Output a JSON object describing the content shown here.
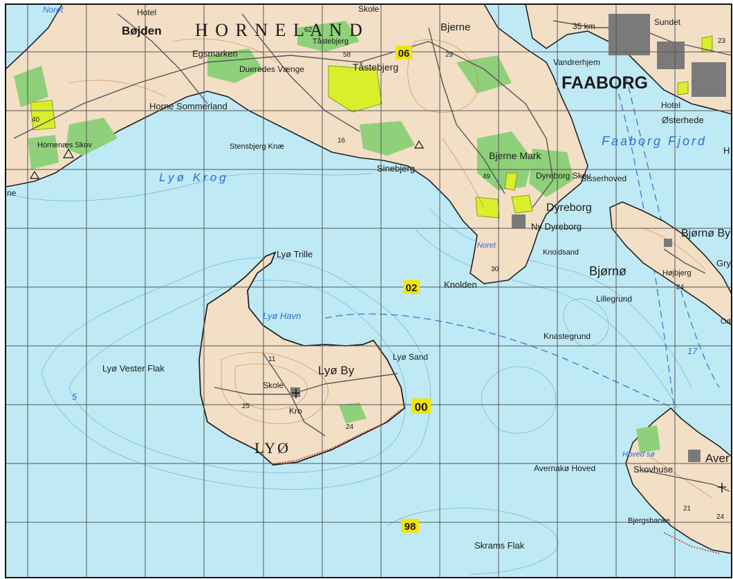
{
  "map": {
    "colors": {
      "water": "#bfeaf5",
      "land": "#f3dfc6",
      "forest": "#8fd07a",
      "field": "#d9ef2c",
      "contour": "#c98a4e",
      "water_text": "#2a6fd6",
      "grid_label_bg": "#f2e600",
      "grid_line": "#555555"
    },
    "grid_labels": {
      "g06": "06",
      "g02": "02",
      "g00": "00",
      "g98": "98"
    },
    "water_labels": {
      "noret_top": "Noret",
      "lyo_krog": "Lyø Krog",
      "faaborg_fjord": "Faaborg Fjord",
      "lyo_havn": "Lyø Havn",
      "noret_dyreborg": "Noret",
      "hoved_so": "Hoved sø"
    },
    "place_labels": {
      "hotel_top": "Hotel",
      "bojden": "Bøjden",
      "horneland": "H O R N E L A N D",
      "skole_top": "Skole",
      "bjerne": "Bjerne",
      "egsmarken": "Egsmarken",
      "tastebjerg_small": "Tåstebjerg",
      "tastebjerg": "Tåstebjerg",
      "dueredes_vaenge": "Dueredes Vænge",
      "horne_sommerland": "Horne Sommerland",
      "hornenaes_skov": "Hornenæs Skov",
      "stensbjerg_knae": "Stensbjerg Knæ",
      "sinebjerg": "Sinebjerg",
      "bjerne_mark": "Bjerne Mark",
      "dyreborg_skov": "Dyreborg Skov",
      "sisserhoved": "Sisserhoved",
      "dyreborg": "Dyreborg",
      "ny_dyreborg": "Ny Dyreborg",
      "knoldsand": "Knoldsand",
      "faaborg": "FAABORG",
      "hotel_faaborg": "Hotel",
      "osterhede": "Østerhede",
      "vandrerhjem": "Vandrerhjem",
      "km35": "35 km",
      "sundet": "Sundet",
      "bjorno_by": "Bjørnø By",
      "bjorno": "Bjørnø",
      "hojbjerg": "Højbjerg",
      "lillegrund": "Lillegrund",
      "knastegrund": "Knastegrund",
      "knolden": "Knolden",
      "lyo_trille": "Lyø Trille",
      "lyo_vester_flak": "Lyø Vester Flak",
      "lyo_sand": "Lyø Sand",
      "lyo_by": "Lyø By",
      "skole_lyo": "Skole",
      "kro": "Kro",
      "lyo": "LYØ",
      "avernako_hoved": "Avernakø Hoved",
      "skovhuse": "Skovhuse",
      "bjergsbanke": "Bjergsbanke",
      "aver": "Aver",
      "skrams_flak": "Skrams Flak",
      "gry": "Gry",
      "od": "Od",
      "ne": "ne",
      "h_edge": "H"
    },
    "elevations": {
      "e40": "40",
      "e62": "62",
      "e58": "58",
      "e29": "29",
      "e16": "16",
      "e49": "49",
      "e30": "30",
      "e11": "11",
      "e25": "25",
      "e24_lyo": "24",
      "e24_bjorno": "24",
      "e23": "23",
      "e21": "21",
      "e24_avernako": "24"
    },
    "depths": {
      "d5": "5",
      "d17": "17"
    }
  }
}
